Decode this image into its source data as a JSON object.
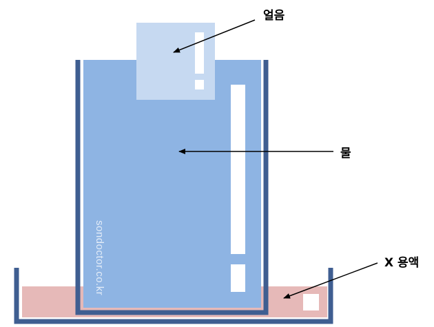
{
  "labels": {
    "ice": "얼음",
    "water": "물",
    "solution": "X 용액"
  },
  "watermark": "sondoctor.co.kr",
  "colors": {
    "container_wall": "#3F5E91",
    "water": "#8EB4E3",
    "ice": "#C6D9F1",
    "solution": "#E6B9B8",
    "highlight": "#FFFFFF",
    "arrow": "#000000"
  }
}
